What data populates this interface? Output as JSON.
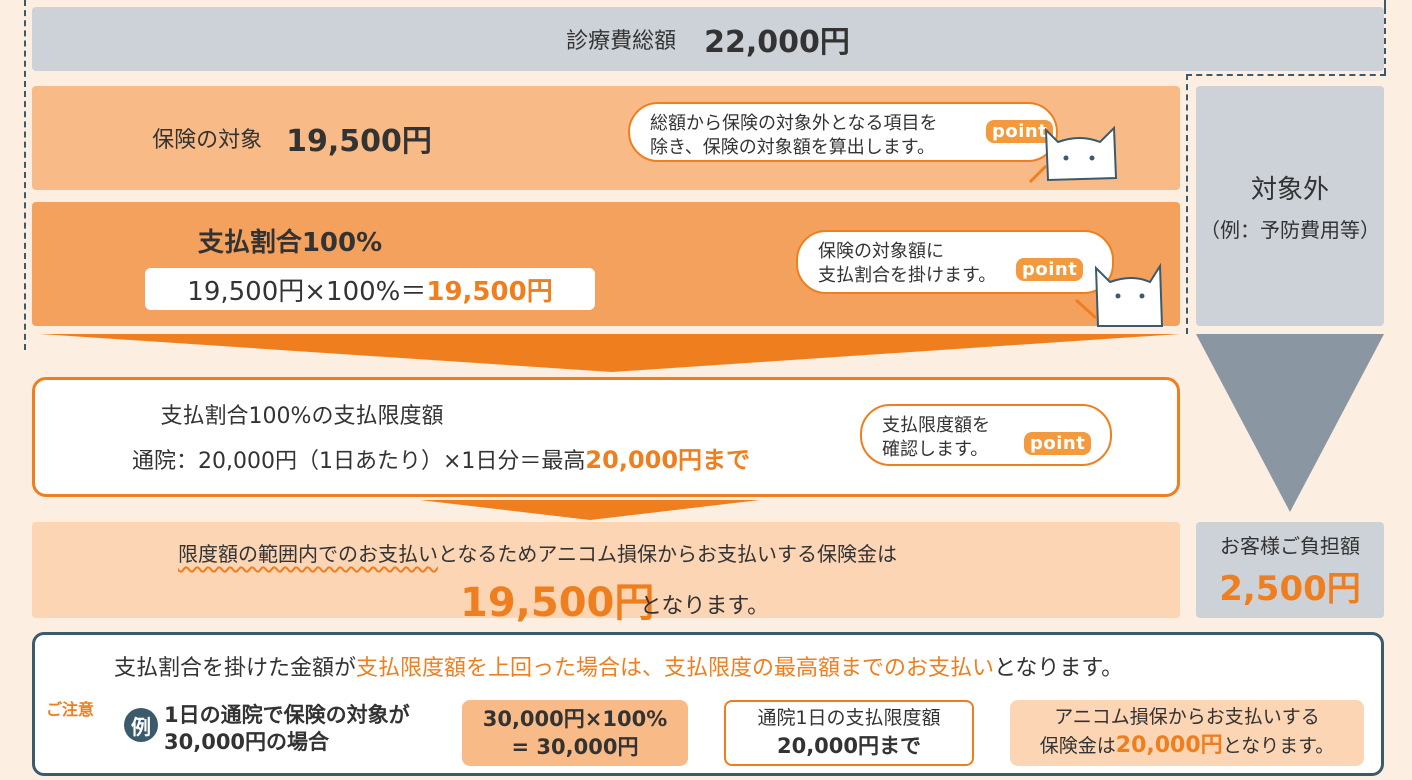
{
  "total": {
    "label": "診療費総額",
    "amount": "22,000円"
  },
  "covered": {
    "label": "保険の対象",
    "amount": "19,500円"
  },
  "covered_bubble": {
    "line1": "総額から保険の対象外となる項目を",
    "line2": "除き、保険の対象額を算出します。",
    "badge": "point"
  },
  "ratio": {
    "title": "支払割合100%",
    "formula_prefix": "19,500円×100%＝",
    "formula_result": "19,500円"
  },
  "ratio_bubble": {
    "line1": "保険の対象額に",
    "line2": "支払割合を掛けます。",
    "badge": "point"
  },
  "out_of_scope": {
    "title": "対象外",
    "note": "（例：予防費用等）"
  },
  "limit": {
    "title": "支払割合100%の支払限度額",
    "formula_prefix": "通院：20,000円（1日あたり）×1日分＝最高",
    "formula_result": "20,000円まで"
  },
  "limit_bubble": {
    "line1": "支払限度額を",
    "line2": "確認します。",
    "badge": "point"
  },
  "result": {
    "line1_underlined": "限度額の範囲内でのお支払い",
    "line1_rest": "となるためアニコム損保からお支払いする保険金は",
    "amount": "19,500円",
    "suffix": "となります。"
  },
  "burden": {
    "label": "お客様ご負担額",
    "amount": "2,500円"
  },
  "caution": {
    "label": "ご注意",
    "text_a": "支払割合を掛けた金額が",
    "text_b": "支払限度額を上回った場合は、支払限度の最高額までのお支払い",
    "text_c": "となります。",
    "example_mark": "例",
    "example_line1": "1日の通院で保険の対象が",
    "example_line2": "30,000円の場合",
    "box1_line1": "30,000円×100%",
    "box1_line2": "= 30,000円",
    "box2_line1": "通院1日の支払限度額",
    "box2_line2": "20,000円まで",
    "box3_line1": "アニコム損保からお支払いする",
    "box3_prefix": "保険金は",
    "box3_amount": "20,000円",
    "box3_suffix": "となります。"
  },
  "colors": {
    "orange": "#ef7f1e",
    "light_orange": "#f8bb87",
    "mid_orange": "#f4a15e",
    "pale_orange": "#fbd5b4",
    "gray": "#cdd2d9",
    "navy": "#3b5a6b"
  }
}
